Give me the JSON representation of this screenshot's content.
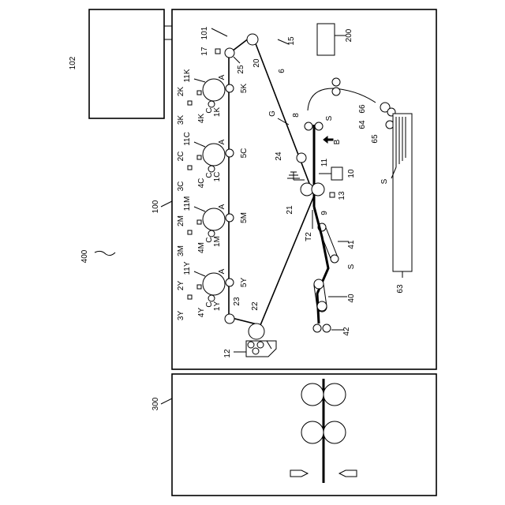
{
  "labels": {
    "l102": "102",
    "l101": "101",
    "l17": "17",
    "l25": "25",
    "l20": "20",
    "l15": "15",
    "l200": "200",
    "l6": "6",
    "l11K": "11K",
    "l2K": "2K",
    "l4K": "4K",
    "l1K": "1K",
    "l5K": "5K",
    "l3K": "3K",
    "l11C": "11C",
    "l2C": "2C",
    "l4C": "4C",
    "l1C": "1C",
    "l5C": "5C",
    "l3C": "3C",
    "l11M": "11M",
    "l2M": "2M",
    "l4M": "4M",
    "l1M": "1M",
    "l5M": "5M",
    "l3M": "3M",
    "l11Y": "11Y",
    "l2Y": "2Y",
    "l4Y": "4Y",
    "l1Y": "1Y",
    "l5Y": "5Y",
    "l3Y": "3Y",
    "l100": "100",
    "l400": "400",
    "l23": "23",
    "l22": "22",
    "l12": "12",
    "lG": "G",
    "l8": "8",
    "lS1": "S",
    "lB": "B",
    "l24": "24",
    "l11": "11",
    "l10": "10",
    "l21": "21",
    "l9": "9",
    "l13": "13",
    "lT2": "T2",
    "l41": "41",
    "lS2": "S",
    "l40": "40",
    "l42": "42",
    "l66": "66",
    "l64": "64",
    "l65": "65",
    "lS3": "S",
    "l63": "63",
    "l300": "300",
    "lA": "A",
    "lC": "C"
  }
}
